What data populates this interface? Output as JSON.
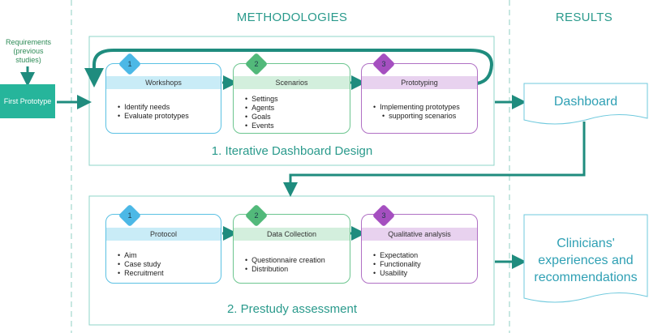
{
  "headers": {
    "methodologies": "METHODOLOGIES",
    "results": "RESULTS"
  },
  "inputs": {
    "requirements": [
      "Requirements",
      "(previous",
      "studies)"
    ],
    "first_prototype": "First Prototype"
  },
  "stage1": {
    "title": "1. Iterative Dashboard Design",
    "cards": [
      {
        "num": "1",
        "label": "Workshops",
        "bullets": [
          "Identify needs",
          "Evaluate prototypes"
        ]
      },
      {
        "num": "2",
        "label": "Scenarios",
        "bullets": [
          "Settings",
          "Agents",
          "Goals",
          "Events"
        ]
      },
      {
        "num": "3",
        "label": "Prototyping",
        "bullets": [
          "Implementing prototypes",
          "supporting scenarios"
        ]
      }
    ]
  },
  "stage2": {
    "title": "2. Prestudy assessment",
    "cards": [
      {
        "num": "1",
        "label": "Protocol",
        "bullets": [
          "Aim",
          "Case study",
          "Recruitment"
        ]
      },
      {
        "num": "2",
        "label": "Data Collection",
        "bullets": [
          "Questionnaire creation",
          "Distribution"
        ]
      },
      {
        "num": "3",
        "label": "Qualitative analysis",
        "bullets": [
          "Expectation",
          "Functionality",
          "Usability"
        ]
      }
    ]
  },
  "results": {
    "dashboard": "Dashboard",
    "clinicians": [
      "Clinicians'",
      "experiences and",
      "recommendations"
    ]
  },
  "colors": {
    "teal": "#2a9a8c",
    "blue_band": "#c9ecf7",
    "blue_border": "#5bc1e3",
    "blue_diamond": "#4cb8e6",
    "green_band": "#d3efdd",
    "green_border": "#6cc58f",
    "green_diamond": "#52b97a",
    "purple_band": "#e8d2ef",
    "purple_border": "#b070c4",
    "purple_diamond": "#a54fc0",
    "arrow": "#1f8c7e"
  }
}
